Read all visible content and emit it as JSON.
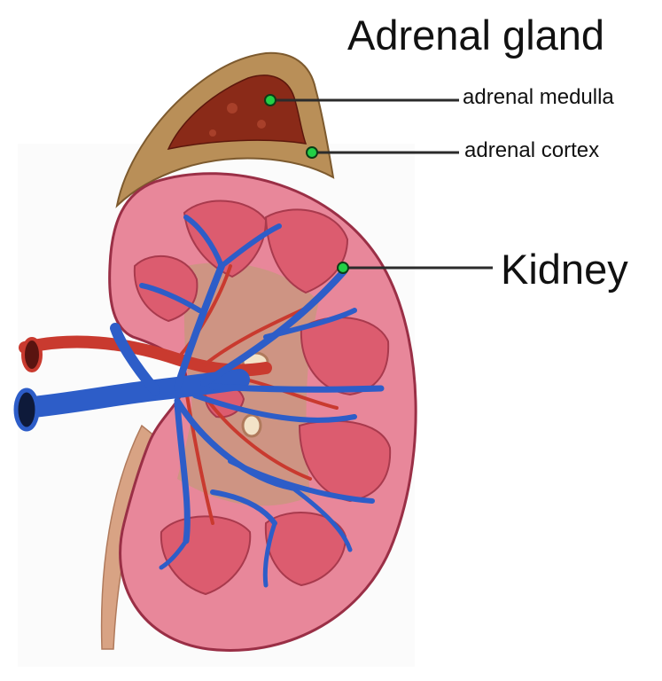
{
  "title": "Adrenal gland",
  "labels": {
    "adrenal_medulla": "adrenal medulla",
    "adrenal_cortex": "adrenal cortex",
    "kidney": "Kidney"
  },
  "colors": {
    "leader_line": "#2b2b2b",
    "marker_dot": "#22d046",
    "kidney_cortex": "#e8879a",
    "kidney_outline": "#9a2f46",
    "pyramid": "#dc5c6f",
    "vein": "#2d5dc8",
    "artery": "#c93a2f",
    "ureter": "#d8a384",
    "adrenal_cortex_tissue": "#b98f58",
    "adrenal_medulla_tissue": "#8a2a18"
  }
}
